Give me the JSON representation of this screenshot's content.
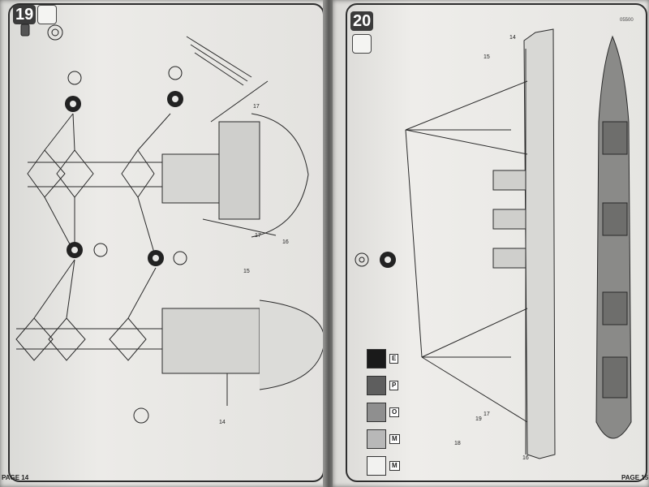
{
  "left_page": {
    "step_number": "19",
    "page_label": "PAGE 14",
    "part_labels": [
      "17",
      "17",
      "16",
      "15",
      "14"
    ]
  },
  "right_page": {
    "step_number": "20",
    "page_label": "PAGE 15",
    "code": "05500",
    "part_labels": [
      "14",
      "15",
      "17",
      "18",
      "19",
      "16"
    ],
    "swatches": [
      {
        "tag": "E",
        "color": "#1a1a1a"
      },
      {
        "tag": "P",
        "color": "#5e5e5e"
      },
      {
        "tag": "O",
        "color": "#8f8f8f"
      },
      {
        "tag": "M",
        "color": "#b8b8b8"
      },
      {
        "tag": "M",
        "color": "#f2f2f0"
      }
    ]
  }
}
